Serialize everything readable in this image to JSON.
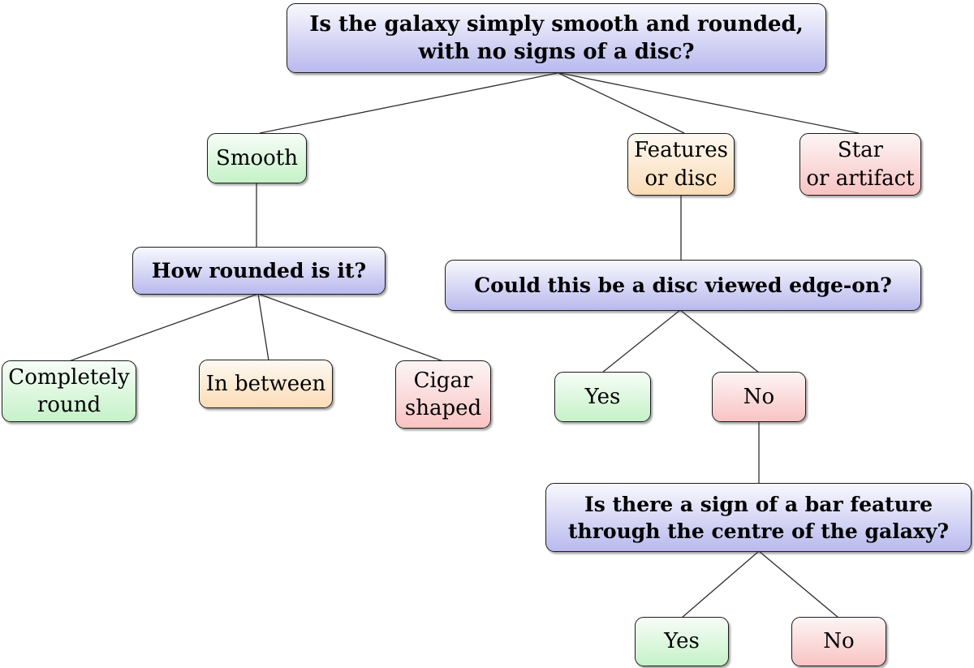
{
  "diagram": {
    "type": "decision-tree",
    "topic": "galaxy morphology classification"
  },
  "palette": {
    "background": "#ffffff",
    "text": "#000000",
    "border": "#1c1c1c",
    "line": "#2e2e2e",
    "purple": {
      "top": "#f8f8fe",
      "bottom": "#b9b9ee"
    },
    "green": {
      "top": "#f7fdf7",
      "bottom": "#c5f2c8"
    },
    "orange": {
      "top": "#fdf9f2",
      "bottom": "#fbdcb7"
    },
    "red": {
      "top": "#fdf5f5",
      "bottom": "#f9c3c3"
    }
  },
  "nodes": {
    "q1": {
      "label": "Is the galaxy simply smooth and rounded,\nwith no signs of a disc?",
      "kind": "question",
      "color": "purple"
    },
    "smooth": {
      "label": "Smooth",
      "kind": "answer",
      "color": "green"
    },
    "features": {
      "label": "Features\nor disc",
      "kind": "answer",
      "color": "orange"
    },
    "star": {
      "label": "Star\nor artifact",
      "kind": "answer",
      "color": "red"
    },
    "q2": {
      "label": "How rounded is it?",
      "kind": "question",
      "color": "purple"
    },
    "q3": {
      "label": "Could this be a disc viewed edge-on?",
      "kind": "question",
      "color": "purple"
    },
    "round": {
      "label": "Completely\nround",
      "kind": "answer",
      "color": "green"
    },
    "between": {
      "label": "In between",
      "kind": "answer",
      "color": "orange"
    },
    "cigar": {
      "label": "Cigar\nshaped",
      "kind": "answer",
      "color": "red"
    },
    "yes1": {
      "label": "Yes",
      "kind": "answer",
      "color": "green"
    },
    "no1": {
      "label": "No",
      "kind": "answer",
      "color": "red"
    },
    "q4": {
      "label": "Is there a sign of a bar feature\nthrough the centre of the galaxy?",
      "kind": "question",
      "color": "purple"
    },
    "yes2": {
      "label": "Yes",
      "kind": "answer",
      "color": "green"
    },
    "no2": {
      "label": "No",
      "kind": "answer",
      "color": "red"
    }
  }
}
